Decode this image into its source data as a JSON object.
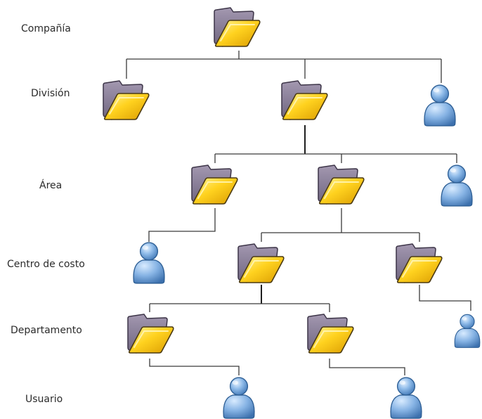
{
  "levels": {
    "company": "Compañía",
    "division": "División",
    "area": "Área",
    "cost_center": "Centro de costo",
    "department": "Departamento",
    "user": "Usuario"
  },
  "nodes": [
    {
      "id": "company-folder",
      "kind": "folder-icon",
      "level": "company"
    },
    {
      "id": "division-folder-1",
      "kind": "folder-icon",
      "level": "division"
    },
    {
      "id": "division-folder-2",
      "kind": "folder-icon",
      "level": "division"
    },
    {
      "id": "division-user",
      "kind": "user-icon",
      "level": "division"
    },
    {
      "id": "area-folder-1",
      "kind": "folder-icon",
      "level": "area"
    },
    {
      "id": "area-folder-2",
      "kind": "folder-icon",
      "level": "area"
    },
    {
      "id": "area-user",
      "kind": "user-icon",
      "level": "area"
    },
    {
      "id": "cost-center-user",
      "kind": "user-icon",
      "level": "cost_center"
    },
    {
      "id": "cost-center-folder-1",
      "kind": "folder-icon",
      "level": "cost_center"
    },
    {
      "id": "cost-center-folder-2",
      "kind": "folder-icon",
      "level": "cost_center"
    },
    {
      "id": "department-folder-1",
      "kind": "folder-icon",
      "level": "department"
    },
    {
      "id": "department-folder-2",
      "kind": "folder-icon",
      "level": "department"
    },
    {
      "id": "department-user",
      "kind": "user-icon",
      "level": "department"
    },
    {
      "id": "user-1",
      "kind": "user-icon",
      "level": "user"
    },
    {
      "id": "user-2",
      "kind": "user-icon",
      "level": "user"
    }
  ],
  "edges": [
    [
      "company-folder",
      "division-folder-1"
    ],
    [
      "company-folder",
      "division-folder-2"
    ],
    [
      "company-folder",
      "division-user"
    ],
    [
      "division-folder-2",
      "area-folder-1"
    ],
    [
      "division-folder-2",
      "area-folder-2"
    ],
    [
      "division-folder-2",
      "area-user"
    ],
    [
      "area-folder-1",
      "cost-center-user"
    ],
    [
      "area-folder-2",
      "cost-center-folder-1"
    ],
    [
      "area-folder-2",
      "cost-center-folder-2"
    ],
    [
      "cost-center-folder-1",
      "department-folder-1"
    ],
    [
      "cost-center-folder-1",
      "department-folder-2"
    ],
    [
      "cost-center-folder-2",
      "department-user"
    ],
    [
      "department-folder-1",
      "user-1"
    ],
    [
      "department-folder-2",
      "user-2"
    ]
  ],
  "colors": {
    "folder_back": "#8a7e98",
    "folder_front_light": "#fff176",
    "folder_front_dark": "#e8b000",
    "folder_outline": "#3a3020",
    "user_light": "#a9cdf2",
    "user_dark": "#4a82c0",
    "user_outline": "#2e5f95",
    "connector": "#3a3a3a"
  }
}
